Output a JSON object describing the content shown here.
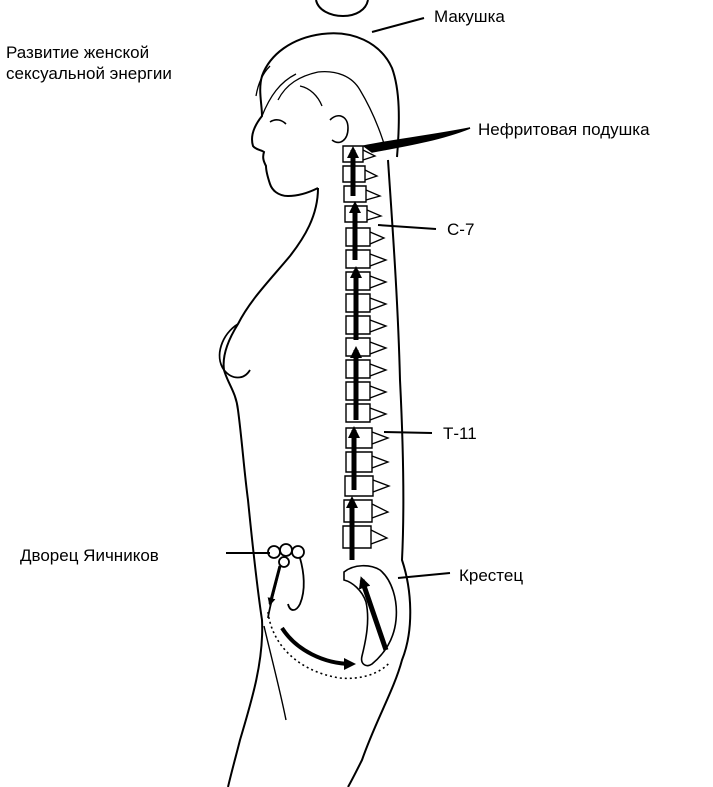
{
  "title_lines": [
    "Развитие женской",
    "сексуальной энергии"
  ],
  "labels": {
    "crown": "Макушка",
    "jade_pillow": "Нефритовая подушка",
    "c7": "С-7",
    "t11": "Т-11",
    "ovarian_palace": "Дворец Яичников",
    "sacrum": "Крестец"
  },
  "colors": {
    "line": "#000000",
    "background": "#ffffff"
  },
  "energy_flow": "ovarian palace → perineum → sacrum → up the spine → jade pillow → crown"
}
